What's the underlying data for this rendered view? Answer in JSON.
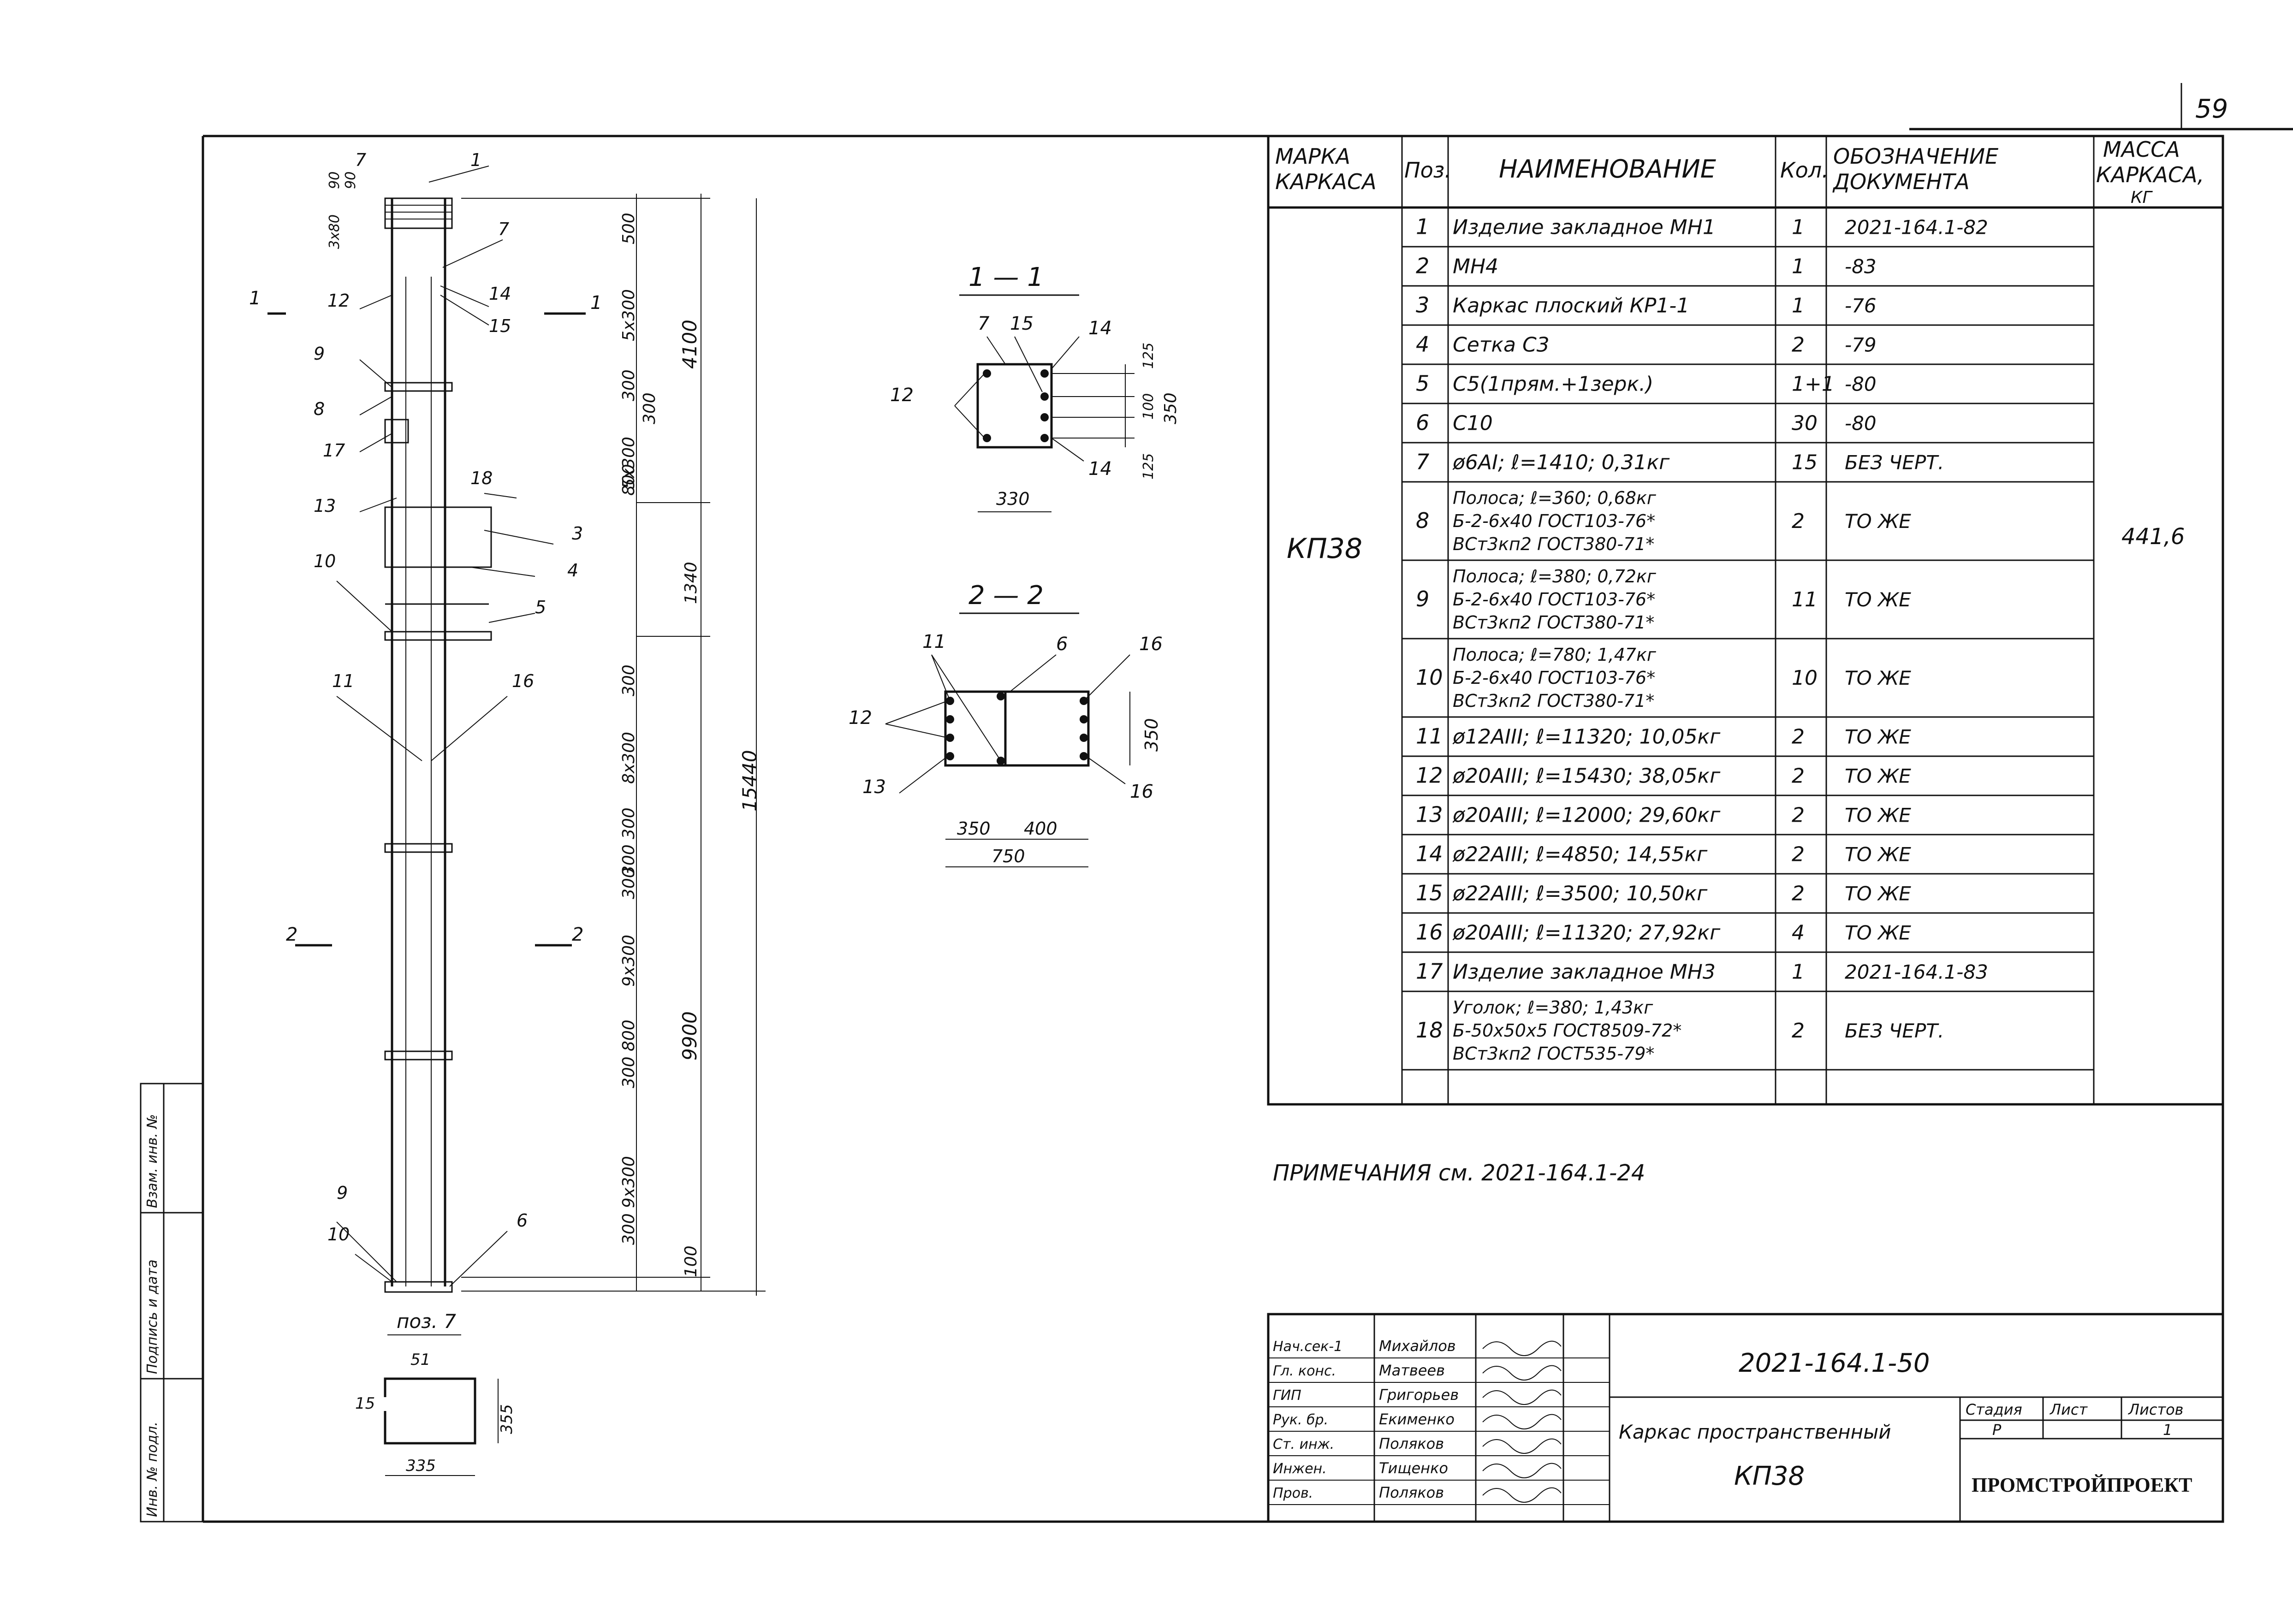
{
  "sheet_number": "59",
  "column_drawing": {
    "callouts": [
      "7",
      "1",
      "7",
      "14",
      "15",
      "12",
      "9",
      "8",
      "17",
      "13",
      "18",
      "3",
      "4",
      "10",
      "5",
      "11",
      "16",
      "9",
      "10",
      "6"
    ],
    "dims_left": [
      "3x80",
      "90",
      "90"
    ],
    "dims_right": [
      "500",
      "5x300",
      "300",
      "300",
      "5x300",
      "800",
      "1340",
      "300",
      "8x300",
      "300",
      "300",
      "300",
      "9x300",
      "800",
      "300",
      "9x300",
      "300",
      "100"
    ],
    "dims_total": [
      "4100",
      "9900",
      "15440"
    ],
    "section_marks": [
      "1",
      "1",
      "2",
      "2"
    ],
    "detail_label": "поз. 7",
    "detail_dims": [
      "51",
      "15",
      "355",
      "335"
    ]
  },
  "section_1_1": {
    "title": "1 — 1",
    "callouts": [
      "7",
      "15",
      "14",
      "12",
      "14"
    ],
    "dims": [
      "125",
      "100",
      "125",
      "350",
      "330"
    ]
  },
  "section_2_2": {
    "title": "2 — 2",
    "callouts": [
      "11",
      "6",
      "16",
      "12",
      "13",
      "16"
    ],
    "dims": [
      "350",
      "350",
      "400",
      "750"
    ]
  },
  "spec_table": {
    "headers": {
      "mark": [
        "МАРКА",
        "КАРКАСА"
      ],
      "pos": "Поз.",
      "name": "НАИМЕНОВАНИЕ",
      "qty": "Кол.",
      "doc": [
        "ОБОЗНАЧЕНИЕ",
        "ДОКУМЕНТА"
      ],
      "mass": [
        "МАССА",
        "КАРКАСА,",
        "КГ"
      ]
    },
    "mark_value": "КП38",
    "mass_value": "441,6",
    "rows": [
      {
        "pos": "1",
        "name": [
          "Изделие закладное МН1"
        ],
        "qty": "1",
        "doc": "2021-164.1-82"
      },
      {
        "pos": "2",
        "name": [
          "МН4"
        ],
        "qty": "1",
        "doc": "-83"
      },
      {
        "pos": "3",
        "name": [
          "Каркас плоский КР1-1"
        ],
        "qty": "1",
        "doc": "-76"
      },
      {
        "pos": "4",
        "name": [
          "Сетка С3"
        ],
        "qty": "2",
        "doc": "-79"
      },
      {
        "pos": "5",
        "name": [
          "С5(1прям.+1зерк.)"
        ],
        "qty": "1+1",
        "doc": "-80"
      },
      {
        "pos": "6",
        "name": [
          "С10"
        ],
        "qty": "30",
        "doc": "-80"
      },
      {
        "pos": "7",
        "name": [
          "ø6АI; ℓ=1410; 0,31кг"
        ],
        "qty": "15",
        "doc": "БЕЗ ЧЕРТ."
      },
      {
        "pos": "8",
        "name": [
          "Полоса; ℓ=360; 0,68кг",
          "Б-2-6х40 ГОСТ103-76*",
          "ВСт3кп2 ГОСТ380-71*"
        ],
        "qty": "2",
        "doc": "ТО ЖЕ"
      },
      {
        "pos": "9",
        "name": [
          "Полоса; ℓ=380; 0,72кг",
          "Б-2-6х40 ГОСТ103-76*",
          "ВСт3кп2 ГОСТ380-71*"
        ],
        "qty": "11",
        "doc": "ТО ЖЕ"
      },
      {
        "pos": "10",
        "name": [
          "Полоса; ℓ=780; 1,47кг",
          "Б-2-6х40 ГОСТ103-76*",
          "ВСт3кп2 ГОСТ380-71*"
        ],
        "qty": "10",
        "doc": "ТО ЖЕ"
      },
      {
        "pos": "11",
        "name": [
          "ø12АIII; ℓ=11320; 10,05кг"
        ],
        "qty": "2",
        "doc": "ТО ЖЕ"
      },
      {
        "pos": "12",
        "name": [
          "ø20АIII; ℓ=15430; 38,05кг"
        ],
        "qty": "2",
        "doc": "ТО ЖЕ"
      },
      {
        "pos": "13",
        "name": [
          "ø20АIII; ℓ=12000; 29,60кг"
        ],
        "qty": "2",
        "doc": "ТО ЖЕ"
      },
      {
        "pos": "14",
        "name": [
          "ø22АIII; ℓ=4850; 14,55кг"
        ],
        "qty": "2",
        "doc": "ТО ЖЕ"
      },
      {
        "pos": "15",
        "name": [
          "ø22АIII; ℓ=3500; 10,50кг"
        ],
        "qty": "2",
        "doc": "ТО ЖЕ"
      },
      {
        "pos": "16",
        "name": [
          "ø20АIII; ℓ=11320; 27,92кг"
        ],
        "qty": "4",
        "doc": "ТО ЖЕ"
      },
      {
        "pos": "17",
        "name": [
          "Изделие закладное МН3"
        ],
        "qty": "1",
        "doc": "2021-164.1-83"
      },
      {
        "pos": "18",
        "name": [
          "Уголок; ℓ=380; 1,43кг",
          "Б-50х50х5 ГОСТ8509-72*",
          "ВСт3кп2 ГОСТ535-79*"
        ],
        "qty": "2",
        "doc": "БЕЗ ЧЕРТ."
      }
    ]
  },
  "notes": "ПРИМЕЧАНИЯ см. 2021-164.1-24",
  "side_stamp": [
    "Инв. № подл.",
    "Подпись и дата",
    "Взам. инв. №"
  ],
  "title_block": {
    "doc_number": "2021-164.1-50",
    "title": "Каркас пространственный",
    "mark": "КП38",
    "stage_label": "Стадия",
    "sheet_label": "Лист",
    "sheets_label": "Листов",
    "stage_value": "Р",
    "sheets_value": "1",
    "org": "ПРОМСТРОЙПРОЕКТ",
    "signers": [
      {
        "role": "Нач.сек-1",
        "name": "Михайлов"
      },
      {
        "role": "Гл. конс.",
        "name": "Матвеев"
      },
      {
        "role": "ГИП",
        "name": "Григорьев"
      },
      {
        "role": "Рук. бр.",
        "name": "Екименко"
      },
      {
        "role": "Ст. инж.",
        "name": "Поляков"
      },
      {
        "role": "Инжен.",
        "name": "Тищенко"
      },
      {
        "role": "Пров.",
        "name": "Поляков"
      }
    ]
  }
}
